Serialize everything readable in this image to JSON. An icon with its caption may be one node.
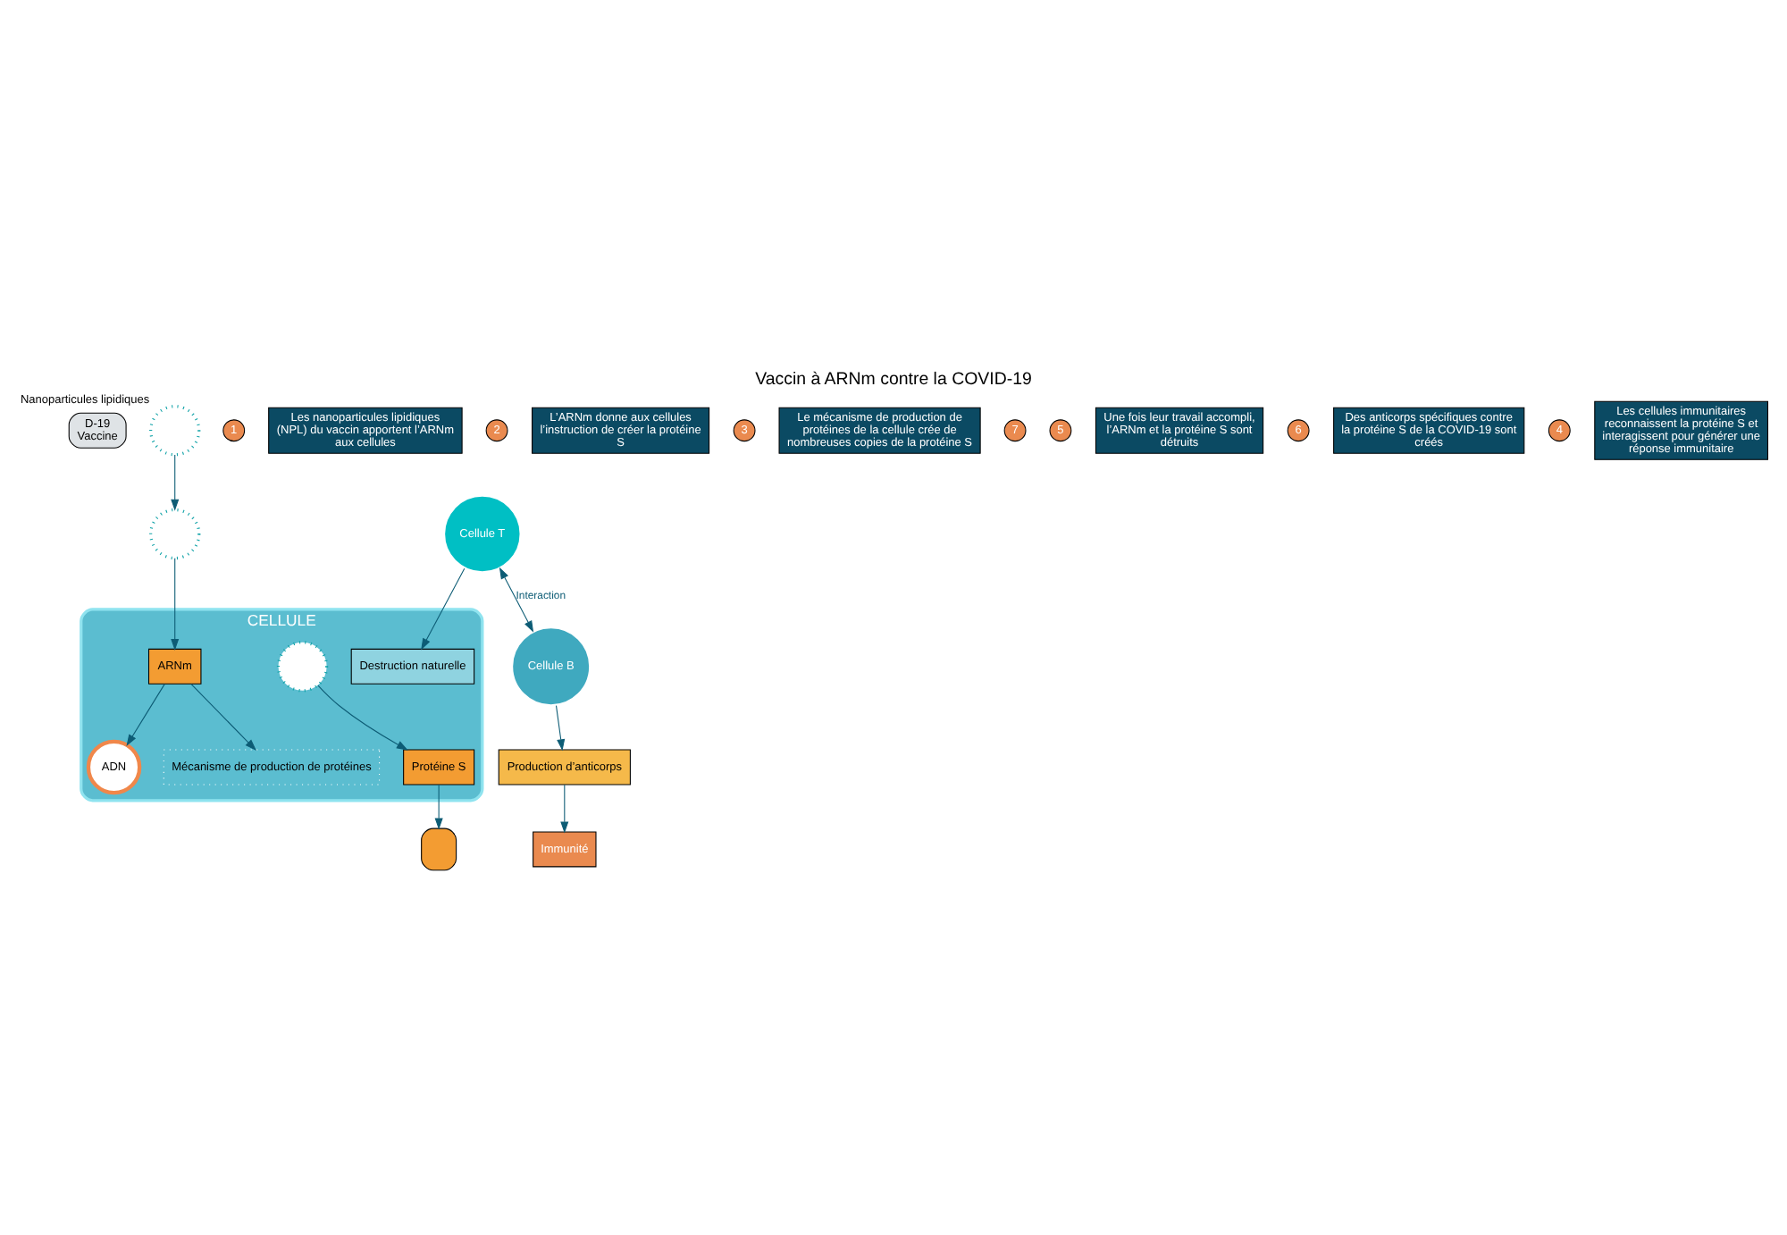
{
  "diagram": {
    "title": "Vaccin à ARNm contre la COVID-19",
    "nodes": [
      {
        "text": [
          "D-19",
          "Vaccine"
        ]
      },
      {
        "text": [],
        "shape": "circle",
        "beside": [
          "Nanoparticules lipidiques"
        ]
      },
      {
        "text": [],
        "shape": "circle"
      },
      {
        "text": [
          "CELLULE"
        ]
      },
      {
        "text": [
          "ARNm"
        ],
        "in": 3
      },
      {
        "text": [
          "ADN"
        ],
        "in": 3
      },
      {
        "text": [
          "Mécanisme de production de protéines"
        ],
        "in": 3
      },
      {
        "text": [],
        "shape": "circle",
        "in": 3
      },
      {
        "text": [
          "Protéine S"
        ],
        "in": 3
      },
      {
        "text": [
          "Destruction naturelle"
        ],
        "in": 3
      },
      {
        "text": [],
        "shape": "box"
      },
      {
        "text": [
          "Cellule T"
        ]
      },
      {
        "text": [
          "Cellule B"
        ]
      },
      {
        "text": [
          "Production d’anticorps"
        ]
      },
      {
        "text": [
          "Immunité"
        ]
      }
    ],
    "edges": [
      {
        "from": 1,
        "to": 2,
        "arrow": "to"
      },
      {
        "from": 2,
        "to": 4,
        "arrow": "to"
      },
      {
        "from": 4,
        "to": 6,
        "arrow": "to"
      },
      {
        "from": 4,
        "to": 5,
        "arrow": "to"
      },
      {
        "from": 7,
        "to": 8,
        "arrow": "to"
      },
      {
        "from": 8,
        "to": 10,
        "arrow": "to"
      },
      {
        "from": 11,
        "to": 12,
        "arrow": "both",
        "label": "Interaction"
      },
      {
        "from": 11,
        "to": 9,
        "arrow": "to"
      },
      {
        "from": 12,
        "to": 13,
        "arrow": "to"
      },
      {
        "from": 13,
        "to": 14,
        "arrow": "to"
      }
    ],
    "labels": [
      "1",
      "Les nanoparticules lipidiques (NPL) du vaccin apportent l’ARNm aux cellules",
      "2",
      "L’ARNm donne aux cellules l’instruction de créer la protéine S",
      "3",
      "Le mécanisme de production de protéines de la cellule crée de nombreuses copies de la protéine S",
      "7",
      "5",
      "Une fois leur travail accompli, l’ARNm et la protéine S sont détruits",
      "6",
      "Des anticorps spécifiques contre la protéine S de la COVID-19 sont créés",
      "4",
      "Les cellules immunitaires reconnaissent la protéine S et interagissent pour générer une réponse immunitaire"
    ]
  }
}
